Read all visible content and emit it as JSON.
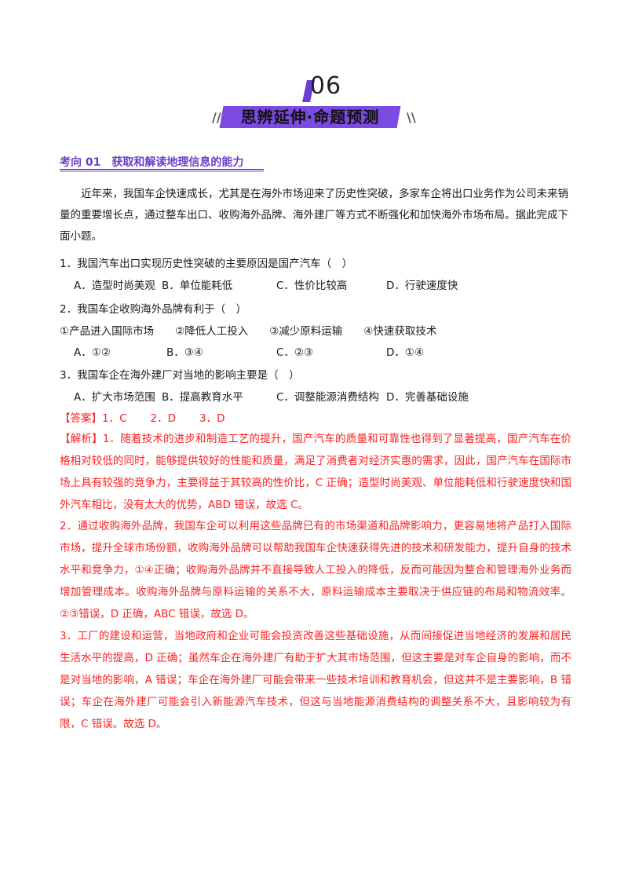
{
  "header": {
    "number": "06",
    "banner_title": "思辨延伸·命题预测",
    "left_marks": "//",
    "right_marks": "\\\\"
  },
  "section": {
    "title": "考向 01　获取和解读地理信息的能力"
  },
  "passage": "近年来，我国车企快速成长，尤其是在海外市场迎来了历史性突破，多家车企将出口业务作为公司未来销量的重要增长点，通过整车出口、收购海外品牌、海外建厂等方式不断强化和加快海外市场布局。据此完成下面小题。",
  "questions": [
    {
      "stem": "1．我国汽车出口实现历史性突破的主要原因是国产汽车（　）",
      "options": [
        "A．造型时尚美观",
        "B．单位能耗低",
        "C．性价比较高",
        "D．行驶速度快"
      ]
    },
    {
      "stem": "2．我国车企收购海外品牌有利于（　）",
      "choices_line": "①产品进入国际市场　　②降低人工投入　　③减少原料运输　　④快速获取技术",
      "options": [
        "A．①②",
        "B．③④",
        "C．②③",
        "D．①④"
      ]
    },
    {
      "stem": "3．我国车企在海外建厂对当地的影响主要是（　）",
      "options": [
        "A．扩大市场范围",
        "B．提高教育水平",
        "C．调整能源消费结构",
        "D．完善基础设施"
      ]
    }
  ],
  "answer": {
    "label": "【答案】",
    "values": [
      "1．C",
      "2．D",
      "3．D"
    ]
  },
  "explanation": {
    "label": "【解析】",
    "p1": "1．随着技术的进步和制造工艺的提升，国产汽车的质量和可靠性也得到了显著提高，国产汽车在价格相对较低的同时，能够提供较好的性能和质量，满足了消费者对经济实惠的需求，因此，国产汽车在国际市场上具有较强的竞争力，主要得益于其较高的性价比，C 正确；造型时尚美观、单位能耗低和行驶速度快和国外汽车相比，没有太大的优势，ABD 错误，故选 C。",
    "p2": "2．通过收购海外品牌，我国车企可以利用这些品牌已有的市场渠道和品牌影响力，更容易地将产品打入国际市场，提升全球市场份额，收购海外品牌可以帮助我国车企快速获得先进的技术和研发能力，提升自身的技术水平和竞争力，①④正确；收购海外品牌并不直接导致人工投入的降低，反而可能因为整合和管理海外业务而增加管理成本。收购海外品牌与原料运输的关系不大，原料运输成本主要取决于供应链的布局和物流效率。②③错误，D 正确，ABC 错误，故选 D。",
    "p3": "3．工厂的建设和运营，当地政府和企业可能会投资改善这些基础设施，从而间接促进当地经济的发展和居民生活水平的提高，D 正确；虽然车企在海外建厂有助于扩大其市场范围，但这主要是对车企自身的影响，而不是对当地的影响，A 错误；车企在海外建厂可能会带来一些技术培训和教育机会，但这并不是主要影响，B 错误；车企在海外建厂可能会引入新能源汽车技术，但这与当地能源消费结构的调整关系不大，且影响较为有限，C 错误。故选 D。"
  },
  "colors": {
    "accent": "#7b4ae0",
    "answer_red": "#ff2020"
  }
}
